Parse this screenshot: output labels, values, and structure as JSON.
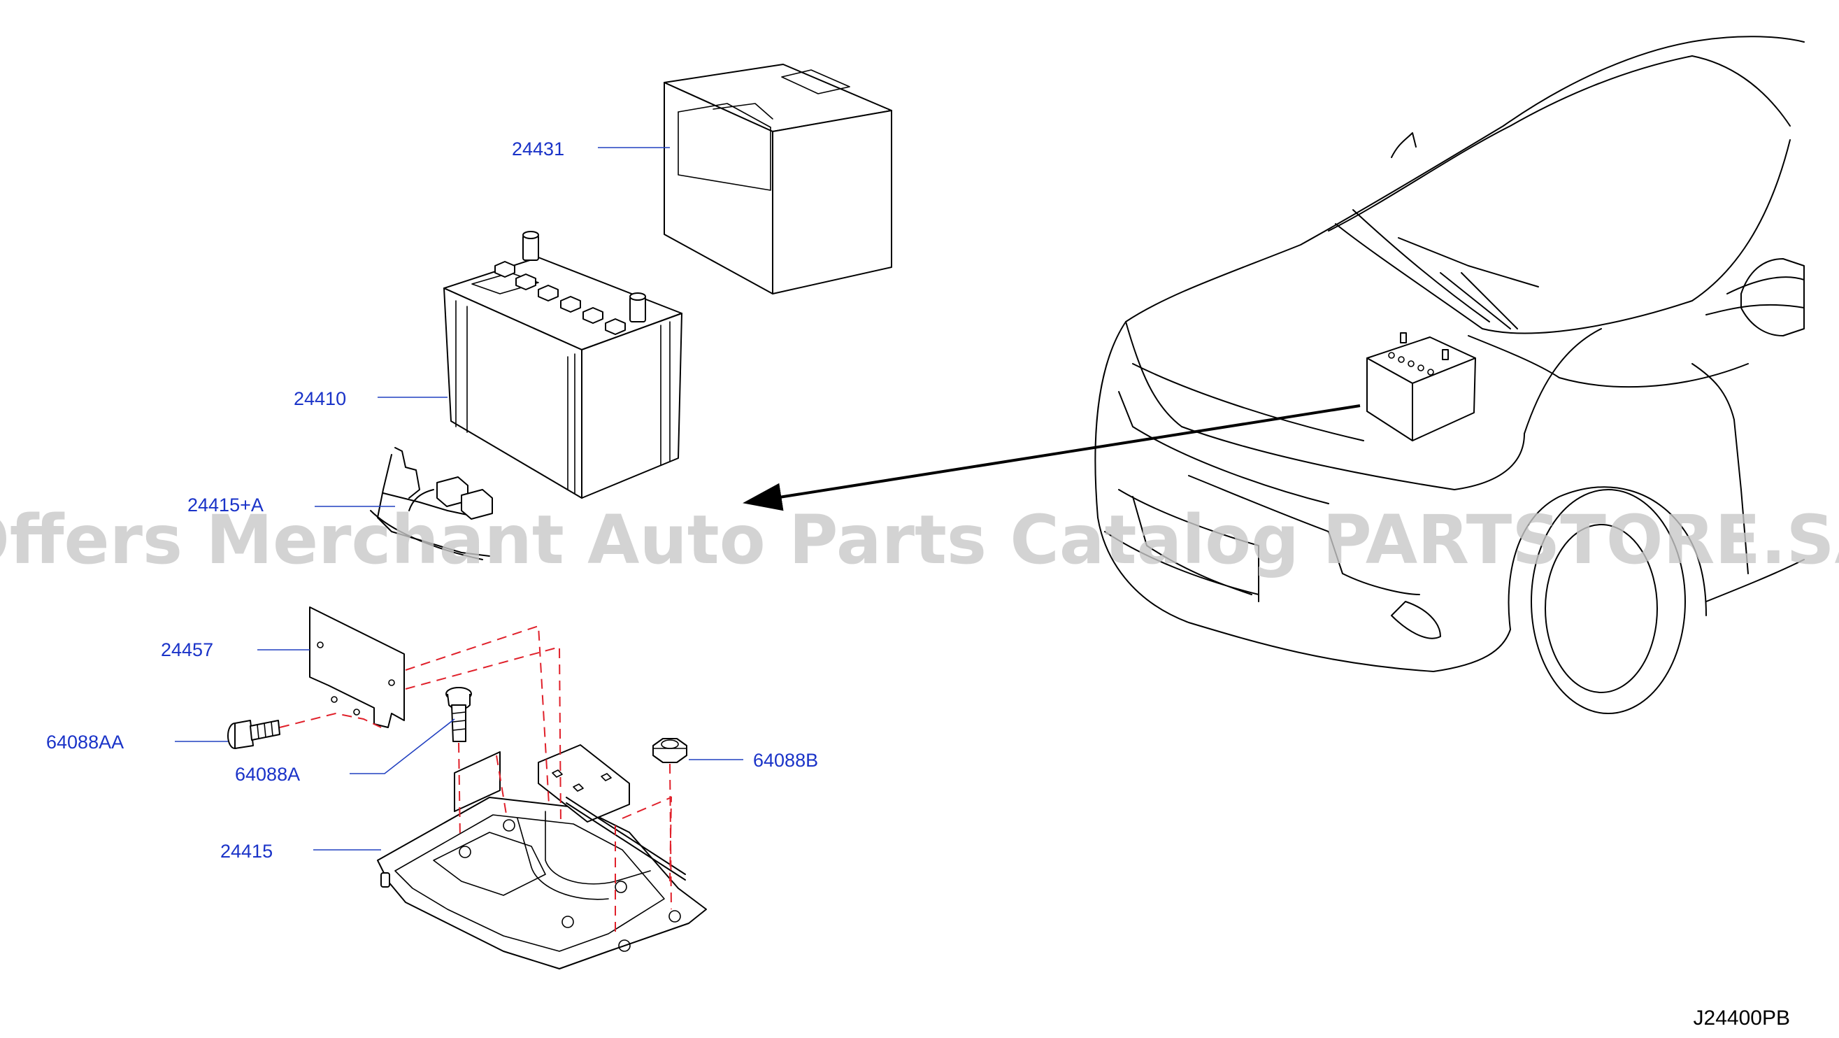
{
  "diagram": {
    "reference_code": "J24400PB",
    "watermark": "Offers Merchant Auto Parts Catalog PARTSTORE.SA",
    "colors": {
      "label": "#1a33c8",
      "leader": "#2140c0",
      "line": "#000000",
      "dash": "#e0202a",
      "watermark": "#c8c8c8"
    },
    "parts": [
      {
        "number": "24431"
      },
      {
        "number": "24410"
      },
      {
        "number": "24415+A"
      },
      {
        "number": "24457"
      },
      {
        "number": "64088AA"
      },
      {
        "number": "64088A"
      },
      {
        "number": "64088B"
      },
      {
        "number": "24415"
      }
    ]
  }
}
